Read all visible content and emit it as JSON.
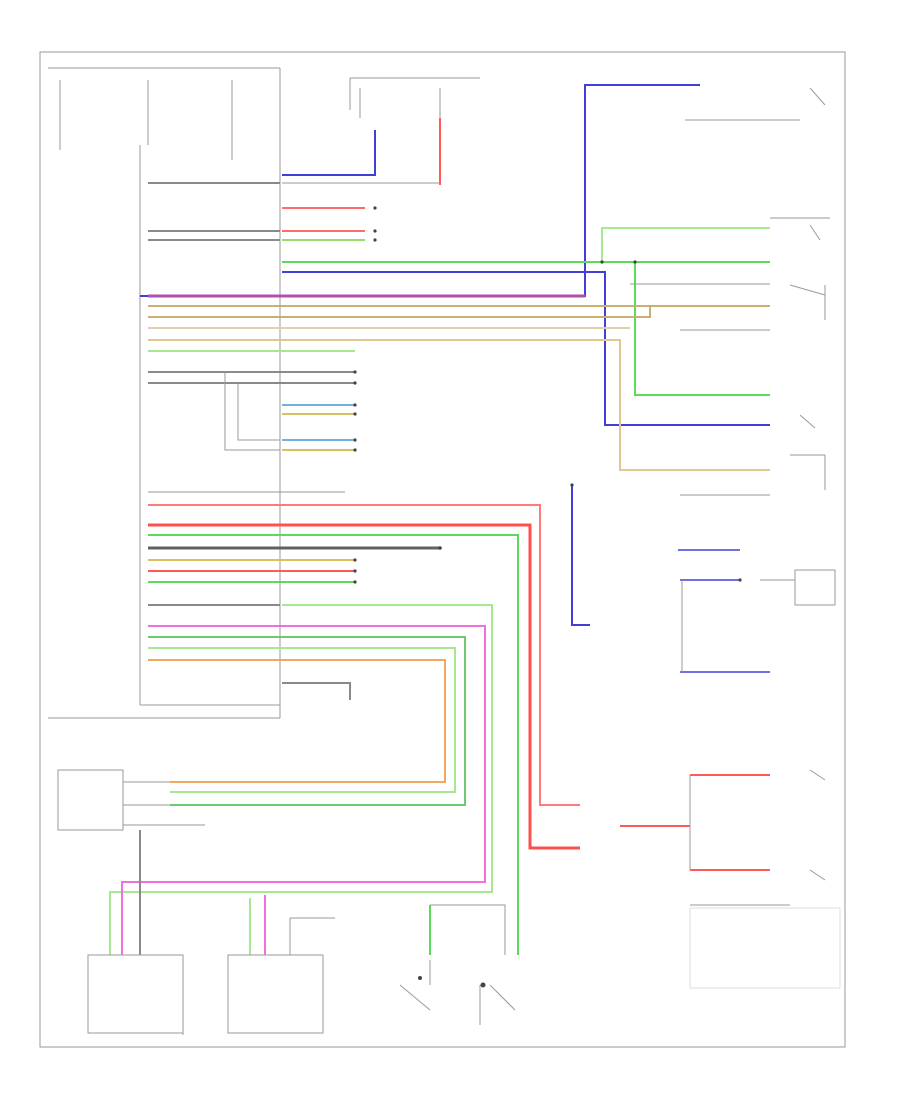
{
  "diagram": {
    "footer_code": "",
    "fuse_labels": [
      {
        "id": "fuse1",
        "lines": [
          "",
          "",
          ""
        ]
      },
      {
        "id": "fuse2",
        "lines": [
          "",
          "",
          ""
        ]
      },
      {
        "id": "fuse3",
        "lines": [
          "",
          "",
          ""
        ]
      }
    ],
    "components": [],
    "wire_colors": {
      "red": "#ff5a5a",
      "blue": "#4040d8",
      "green": "#5adc5a",
      "light_green": "#a8e890",
      "purple": "#b050b0",
      "tan": "#c8b070",
      "orange": "#f0a860",
      "pink": "#f070e0",
      "gray": "#8a8a8a",
      "light_blue": "#70b0e0"
    }
  }
}
